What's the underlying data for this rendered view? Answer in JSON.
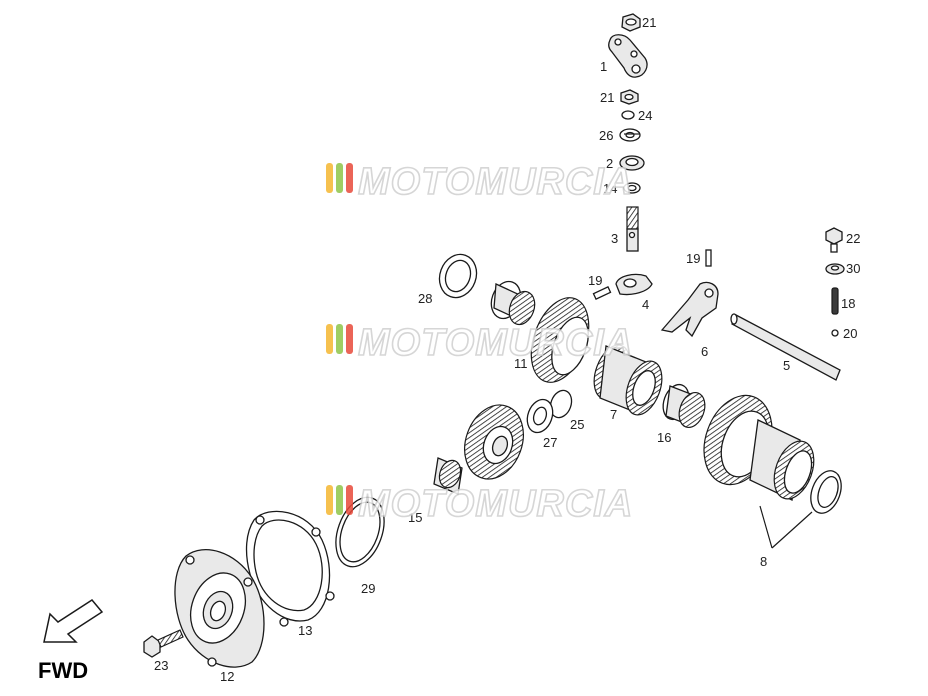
{
  "callouts": {
    "c1": "1",
    "c2": "2",
    "c3": "3",
    "c4": "4",
    "c5": "5",
    "c6": "6",
    "c7": "7",
    "c8": "8",
    "c11": "11",
    "c12": "12",
    "c13": "13",
    "c14": "14",
    "c15": "15",
    "c16": "16",
    "c18": "18",
    "c19a": "19",
    "c19b": "19",
    "c20": "20",
    "c21a": "21",
    "c21b": "21",
    "c22": "22",
    "c23": "23",
    "c24": "24",
    "c25": "25",
    "c26": "26",
    "c27": "27",
    "c28": "28",
    "c29": "29",
    "c30": "30"
  },
  "direction_label": "FWD",
  "watermark": "MOTOMURCIA",
  "colors": {
    "watermark_stripes": [
      "#f5b731",
      "#8fc54a",
      "#e84a3a"
    ],
    "line": "#1a1a1a",
    "background": "#ffffff"
  }
}
